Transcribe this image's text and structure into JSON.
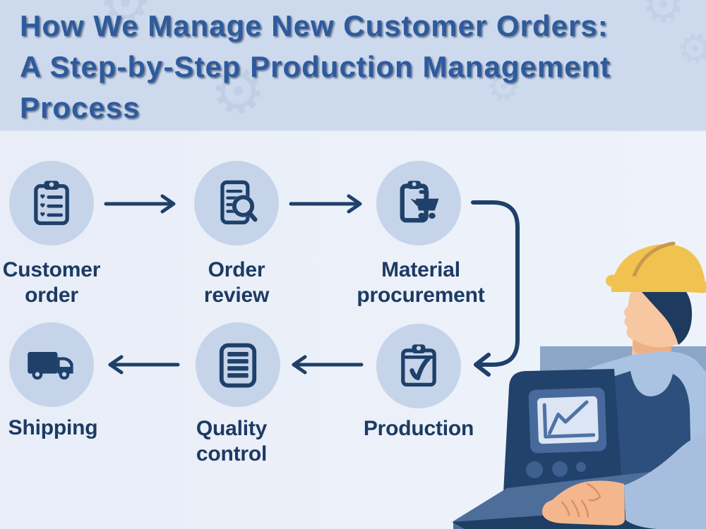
{
  "title": {
    "line1": "How We Manage New Customer Orders:",
    "line2": "A Step-by-Step Production Management",
    "line3": "Process"
  },
  "steps": [
    {
      "label": "Customer order",
      "icon": "clipboard-checklist-icon"
    },
    {
      "label": "Order review",
      "icon": "document-search-icon"
    },
    {
      "label": "Material procurement",
      "icon": "clipboard-cart-icon"
    },
    {
      "label": "Production",
      "icon": "clipboard-check-icon"
    },
    {
      "label": "Quality control",
      "icon": "document-lines-icon"
    },
    {
      "label": "Shipping",
      "icon": "truck-icon"
    }
  ],
  "connectors": {
    "row1": [
      "arrow-right",
      "arrow-right",
      "curved-elbow-arrow-down-left"
    ],
    "row2": [
      "arrow-left",
      "arrow-left"
    ]
  },
  "glyphs": {
    "gear": "⚙"
  },
  "illustration": {
    "worker": "factory-worker-hard-hat",
    "machine_screen": "line-chart-display"
  },
  "colors": {
    "header_bg": "#cdd9ec",
    "main_bg": "#e9eef8",
    "title_text": "#2d5b9d",
    "step_circle": "#c6d4ea",
    "icon_navy": "#1e4069",
    "label_text": "#1c3a63",
    "hat_yellow": "#f0c351",
    "console_navy": "#21426b",
    "desk_blue": "#4e6e9a",
    "skin": "#f6c7a0"
  }
}
